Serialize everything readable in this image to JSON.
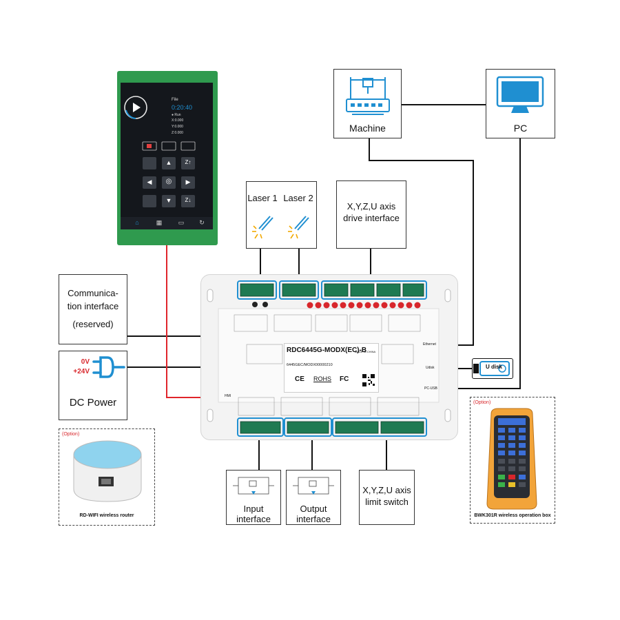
{
  "colors": {
    "accent_blue": "#1f8fd1",
    "wire": "#111111",
    "power_wire": "#e0242a",
    "terminal_green": "#1f7a52",
    "led_red": "#d8262b",
    "option_red": "#d8262b"
  },
  "hmi": {
    "file_label": "File",
    "time": "0:20:40",
    "status": "● Run",
    "x": "X:0.000",
    "y": "Y:0.000",
    "z": "Z:0.000",
    "jog_up": "▲",
    "jog_down": "▼",
    "jog_left": "◀",
    "jog_right": "▶",
    "z_up": "Z↑",
    "z_down": "Z↓"
  },
  "machine": {
    "label": "Machine"
  },
  "pc": {
    "label": "PC"
  },
  "laser1": {
    "label": "Laser 1"
  },
  "laser2": {
    "label": "Laser 2"
  },
  "drive": {
    "label_line1": "X,Y,Z,U axis",
    "label_line2": "drive interface"
  },
  "comm": {
    "line1": "Communica-",
    "line2": "tion interface",
    "line3": "(reserved)"
  },
  "power": {
    "v0": "0V",
    "v24": "+24V",
    "label": "DC Power"
  },
  "router": {
    "option": "(Option)",
    "label": "RD-WIFI wireless router"
  },
  "controller": {
    "model": "RDC6445G-MODX(EC)-B",
    "made_in": "MADE IN CHINA",
    "serial": "6445GEC/MODX00000210",
    "cert_ce": "CE",
    "cert_rohs": "ROHS",
    "cert_fc": "FC",
    "port_ethernet": "Ethernet",
    "port_udisk": "Udisk",
    "port_pcusb": "PC-USB",
    "port_hmi": "HMI"
  },
  "udisk": {
    "label": "U disk"
  },
  "input": {
    "line1": "Input",
    "line2": "interface"
  },
  "output": {
    "line1": "Output",
    "line2": "interface"
  },
  "limit": {
    "line1": "X,Y,Z,U axis",
    "line2": "limit switch"
  },
  "remote": {
    "option": "(Option)",
    "label": "BWK301R wireless operation box"
  }
}
